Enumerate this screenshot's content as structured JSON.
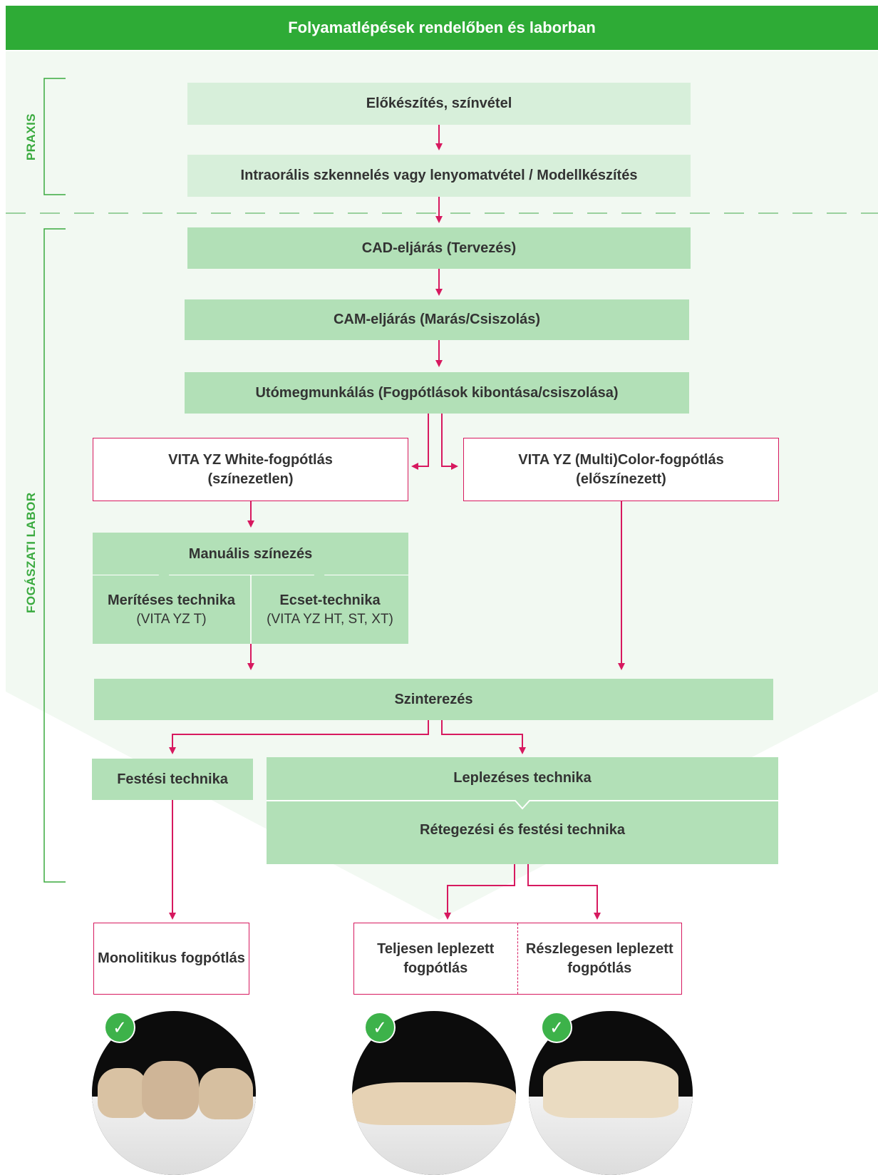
{
  "title": "Folyamatlépések rendelőben és laborban",
  "labels": {
    "praxis": "PRAXIS",
    "lab": "FOGÁSZATI LABOR"
  },
  "steps": {
    "prep": "Előkészítés, színvétel",
    "scan": "Intraorális szkennelés vagy lenyomatvétel / Modellkészítés",
    "cad": "CAD-eljárás (Tervezés)",
    "cam": "CAM-eljárás (Marás/Csiszolás)",
    "post": "Utómegmunkálás (Fogpótlások kibontása/csiszolása)",
    "white_1": "VITA YZ White-fogpótlás",
    "white_2": "(színezetlen)",
    "color_1": "VITA YZ (Multi)Color-fogpótlás",
    "color_2": "(előszínezett)",
    "manual": "Manuális színezés",
    "dip": "Merítéses technika",
    "dip_sub": "(VITA YZ T)",
    "brush": "Ecset-technika",
    "brush_sub": "(VITA YZ HT, ST, XT)",
    "sinter": "Szinterezés",
    "paint": "Festési technika",
    "veneer": "Leplezéses technika",
    "layer": "Rétegezési és festési technika",
    "mono": "Monolitikus fogpótlás",
    "full_1": "Teljesen leplezett",
    "full_2": "fogpótlás",
    "partial_1": "Részlegesen leplezett",
    "partial_2": "fogpótlás"
  },
  "colors": {
    "header": "#2eab36",
    "praxis_box": "#d7efda",
    "lab_box": "#b2e0b7",
    "arrow": "#d7195f",
    "background_tint": "#f2f9f2"
  },
  "icons": [
    "checkmark-icon",
    "checkmark-icon",
    "checkmark-icon"
  ]
}
